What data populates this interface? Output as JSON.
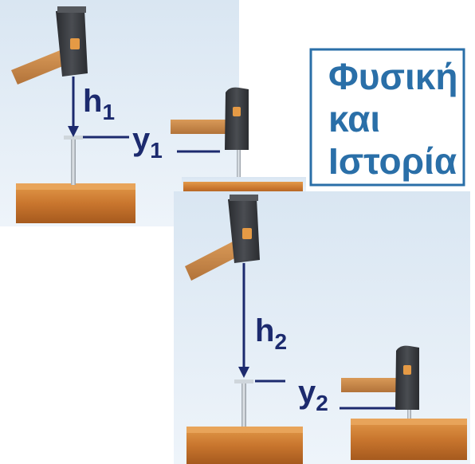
{
  "title_box": {
    "lines": [
      "Φυσική",
      "και",
      "Ιστορία"
    ],
    "border_color": "#2a6fa8",
    "text_color": "#2a6fa8"
  },
  "panel_1": {
    "height_label": {
      "letter": "h",
      "subscript": "1"
    },
    "depth_label": {
      "letter": "y",
      "subscript": "1"
    }
  },
  "panel_2": {
    "height_label": {
      "letter": "h",
      "subscript": "2"
    },
    "depth_label": {
      "letter": "y",
      "subscript": "2"
    }
  },
  "colors": {
    "background_gradient_top": "#dde9f4",
    "background_gradient_bottom": "#eef4fa",
    "arrow": "#1c2a6e",
    "wood": "#c9762e",
    "hammer_head": "#3c3f44",
    "hammer_handle": "#c98a4a"
  }
}
